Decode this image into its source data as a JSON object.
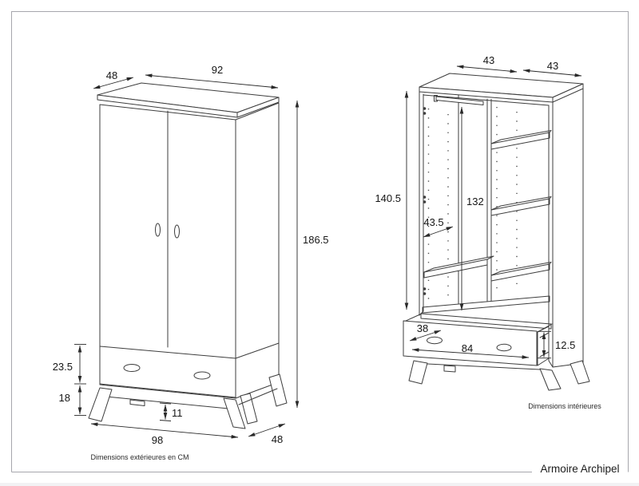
{
  "sheet": {
    "title": "Armoire Archipel"
  },
  "exterior_view": {
    "caption": "Dimensions extérieures en CM",
    "dims": {
      "top_depth": "48",
      "top_width": "92",
      "total_height": "186.5",
      "drawer_front_height": "23.5",
      "leg_height": "18",
      "base_clearance": "11",
      "base_width": "98",
      "base_depth": "48"
    }
  },
  "interior_view": {
    "caption": "Dimensions intérieures",
    "dims": {
      "left_section_width": "43",
      "right_section_width": "43",
      "interior_height": "140.5",
      "hanging_height": "132",
      "interior_depth": "43.5",
      "drawer_depth": "38",
      "drawer_width": "84",
      "drawer_height": "12.5"
    }
  }
}
